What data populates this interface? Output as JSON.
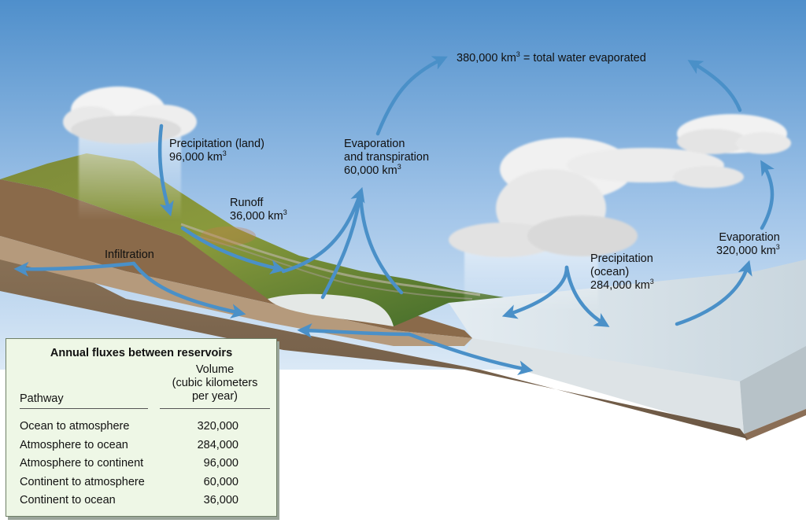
{
  "diagram": {
    "labels": {
      "total": {
        "value": "380,000 km",
        "sup": "3",
        "suffix": " = total water evaporated"
      },
      "precip_land": {
        "title": "Precipitation (land)",
        "value": "96,000 km",
        "sup": "3"
      },
      "runoff": {
        "title": "Runoff",
        "value": "36,000 km",
        "sup": "3"
      },
      "infiltration": {
        "title": "Infiltration"
      },
      "evap_trans": {
        "title1": "Evaporation",
        "title2": "and transpiration",
        "value": "60,000 km",
        "sup": "3"
      },
      "precip_ocean": {
        "title1": "Precipitation",
        "title2": "(ocean)",
        "value": "284,000 km",
        "sup": "3"
      },
      "evap_ocean": {
        "title": "Evaporation",
        "value": "320,000 km",
        "sup": "3"
      }
    },
    "colors": {
      "arrow": "#4a90c8",
      "sky_top": "#4f8fcb",
      "sky_bottom": "#cfe1f3",
      "land": "#6e8a3a",
      "soil": "#8a6a4a",
      "ocean": "#dfe8ee",
      "table_bg": "#eef7e6"
    }
  },
  "table": {
    "title": "Annual fluxes between reservoirs",
    "volume_header": [
      "Volume",
      "(cubic kilometers",
      "per year)"
    ],
    "pathway_header": "Pathway",
    "rows": [
      {
        "pathway": "Ocean to atmosphere",
        "volume": "320,000"
      },
      {
        "pathway": "Atmosphere to ocean",
        "volume": "284,000"
      },
      {
        "pathway": "Atmosphere to continent",
        "volume": "96,000"
      },
      {
        "pathway": "Continent to atmosphere",
        "volume": "60,000"
      },
      {
        "pathway": "Continent to ocean",
        "volume": "36,000"
      }
    ]
  }
}
